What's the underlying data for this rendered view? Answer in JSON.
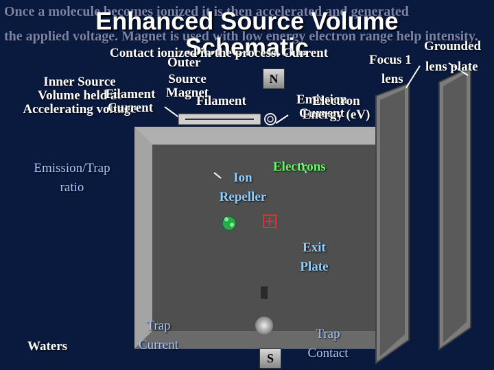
{
  "title": {
    "line1": "Enhanced Source Volume",
    "line2": "Schematic"
  },
  "overlay_text": {
    "top_line": "Once a molecule becomes ionized it is then accelerated and generated",
    "second_line": "the applied voltage. Magnet is used with low energy electron range help intensity."
  },
  "labels": {
    "contact_ionized": "Contact ionized in the process. Current",
    "outer": "Outer",
    "focus1": "Focus 1",
    "grounded": "Grounded",
    "lens_plate": "lens plate",
    "lens": "lens",
    "inner_source_volume": "Inner Source\nVolume held at\nAccelerating voltage",
    "source_magnet": "Source\nMagnet",
    "filament": "Filament\nCurrent",
    "filament_right": "Filament",
    "emission_current": "Emission\nCurrent",
    "electron_energy": "Electron\nEnergy (eV)",
    "emission_trap_ratio": "Emission/Trap\nratio",
    "ion_repeller": "Ion\nRepeller",
    "electrons": "Electrons",
    "exit_plate": "Exit\nPlate",
    "trap_current": "Trap\nCurrent",
    "trap_contact": "Trap\nContact",
    "waters": "Waters",
    "magnet_north": "N",
    "magnet_south": "S",
    "ion_symbol": "+"
  },
  "colors": {
    "background": "#0a1a3e",
    "box_interior": "#4f4f4f",
    "box_frame": "#8e8e8e",
    "electrons_label": "#66ff66",
    "blue_label": "#8fd0ff"
  },
  "icons": {
    "filament": "filament-coil-icon",
    "ion_green": "green-ion-cluster-icon",
    "ion_red": "red-ion-icon"
  }
}
